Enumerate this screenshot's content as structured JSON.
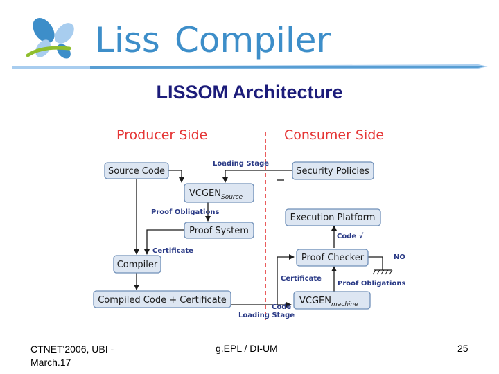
{
  "header": {
    "logo_text_1": "Liss",
    "logo_text_2": "Compiler",
    "colors": {
      "logo_blue": "#3d8ec9",
      "logo_light": "#a8cdef",
      "logo_green": "#8fbe2e"
    }
  },
  "title": "LISSOM Architecture",
  "diagram": {
    "producer_side": "Producer Side",
    "consumer_side": "Consumer Side",
    "boxes": {
      "source_code": "Source Code",
      "vcgen_source_main": "VCGEN",
      "vcgen_source_sub": "Source",
      "proof_system": "Proof System",
      "compiler": "Compiler",
      "compiled_code": "Compiled Code + Certificate",
      "security_policies": "Security Policies",
      "execution_platform": "Execution Platform",
      "proof_checker": "Proof Checker",
      "vcgen_machine_main": "VCGEN",
      "vcgen_machine_sub": "machine"
    },
    "labels": {
      "loading_stage_top": "Loading Stage",
      "proof_obligations_left": "Proof Obligations",
      "certificate_left": "Certificate",
      "code_check": "Code √",
      "no": "NO",
      "certificate_right": "Certificate",
      "proof_obligations_right": "Proof Obligations",
      "code_bottom": "Code",
      "loading_stage_bottom": "Loading Stage"
    },
    "colors": {
      "side_heading": "#e53535",
      "divider": "#e53535",
      "box_fill": "#dde6f2",
      "box_stroke": "#6f8fb8",
      "label": "#2a3a86"
    }
  },
  "footer": {
    "left_line1": "CTNET'2006, UBI -",
    "left_line2": "March.17",
    "center": "g.EPL / DI-UM",
    "page_number": "25"
  }
}
